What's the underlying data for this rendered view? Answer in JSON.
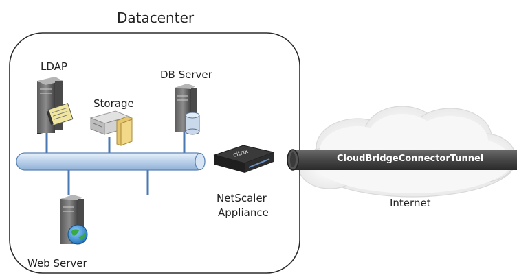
{
  "diagram": {
    "title": "Datacenter",
    "nodes": {
      "ldap": "LDAP",
      "storage": "Storage",
      "db_server": "DB Server",
      "web_server": "Web Server",
      "netscaler_line1": "NetScaler",
      "netscaler_line2": "Appliance",
      "internet": "Internet"
    },
    "tunnel_label": "CloudBridgeConnectorTunnel",
    "device_badge": "citrix"
  }
}
